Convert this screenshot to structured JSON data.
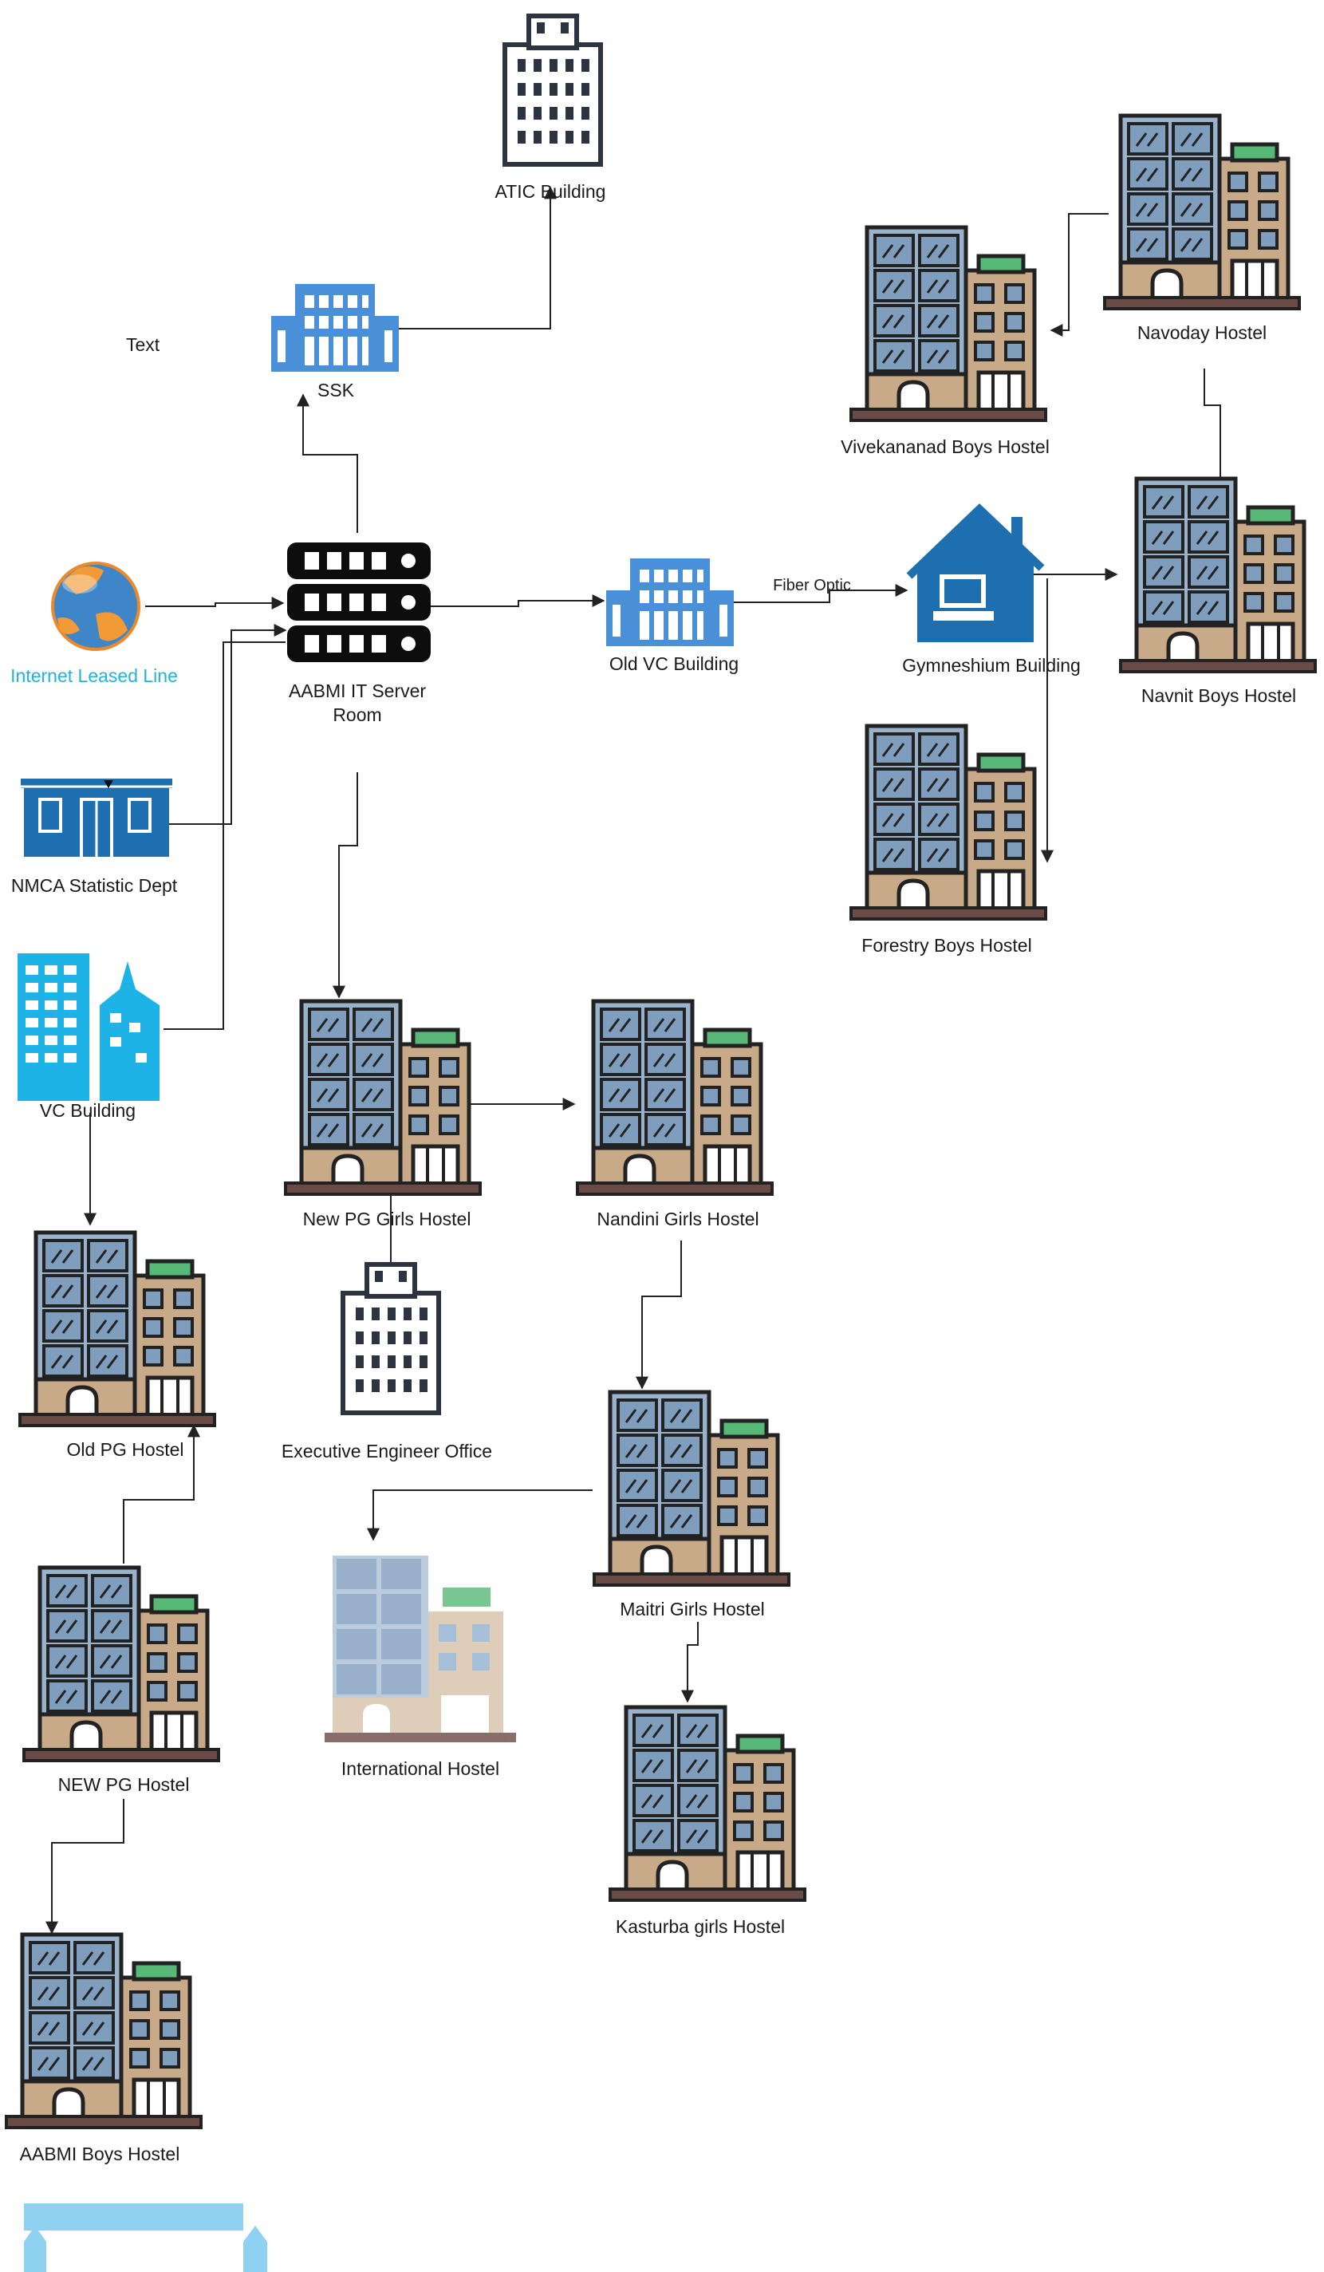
{
  "diagram": {
    "labels": {
      "atic": "ATIC Building",
      "ssk": "SSK",
      "text": "Text",
      "internet": "Internet Leased Line",
      "server": "AABMI IT Server",
      "server2": "Room",
      "nmca": "NMCA Statistic Dept",
      "vc": "VC Building",
      "oldvc": "Old VC Building",
      "fiber": "Fiber Optic",
      "gym": "Gymneshium Building",
      "navoday": "Navoday Hostel",
      "vivekanand": "Vivekananad Boys Hostel",
      "navnit": "Navnit Boys Hostel",
      "forestry": "Forestry Boys Hostel",
      "newpggirls": "New PG Girls Hostel",
      "nandini": "Nandini Girls Hostel",
      "oldpg": "Old PG Hostel",
      "exec": "Executive Engineer Office",
      "maitri": "Maitri Girls Hostel",
      "newpg": "NEW PG Hostel",
      "international": "International Hostel",
      "kasturba": "Kasturba  girls Hostel",
      "aabmiboys": "AABMI Boys Hostel"
    },
    "colors": {
      "accent_blue": "#1fb5d8",
      "building_blue": "#4a90d9",
      "glass": "#8fb0cf",
      "tan": "#c9aa88",
      "roof_green": "#58b878"
    },
    "icons": [
      "globe-icon",
      "server-rack-icon",
      "office-tower-icon",
      "blue-office-icon",
      "house-computer-icon",
      "store-front-icon",
      "city-skyline-icon",
      "hostel-building-icon"
    ]
  }
}
